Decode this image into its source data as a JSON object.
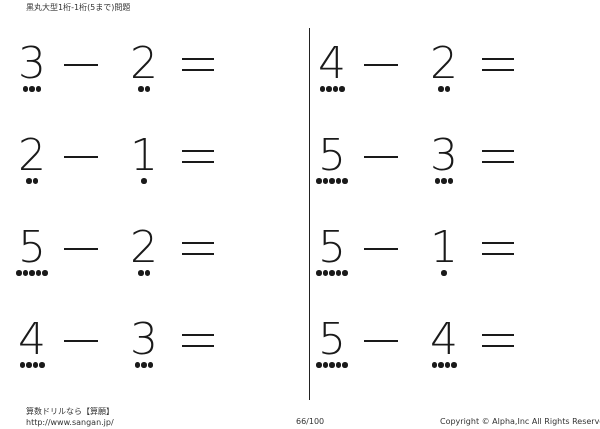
{
  "header": {
    "title": "黒丸大型1桁-1桁(5まで)問題"
  },
  "problems": [
    {
      "a": "3",
      "b": "2",
      "a_dots": 3,
      "b_dots": 2
    },
    {
      "a": "2",
      "b": "1",
      "a_dots": 2,
      "b_dots": 1
    },
    {
      "a": "5",
      "b": "2",
      "a_dots": 5,
      "b_dots": 2
    },
    {
      "a": "4",
      "b": "3",
      "a_dots": 4,
      "b_dots": 3
    },
    {
      "a": "4",
      "b": "2",
      "a_dots": 4,
      "b_dots": 2
    },
    {
      "a": "5",
      "b": "3",
      "a_dots": 5,
      "b_dots": 3
    },
    {
      "a": "5",
      "b": "1",
      "a_dots": 5,
      "b_dots": 1
    },
    {
      "a": "5",
      "b": "4",
      "a_dots": 5,
      "b_dots": 4
    }
  ],
  "footer": {
    "site_name": "算数ドリルなら【算願】",
    "url": "http://www.sangan.jp/",
    "page": "66/100",
    "copyright": "Copyright © Alpha,Inc All Rights Reserved."
  }
}
